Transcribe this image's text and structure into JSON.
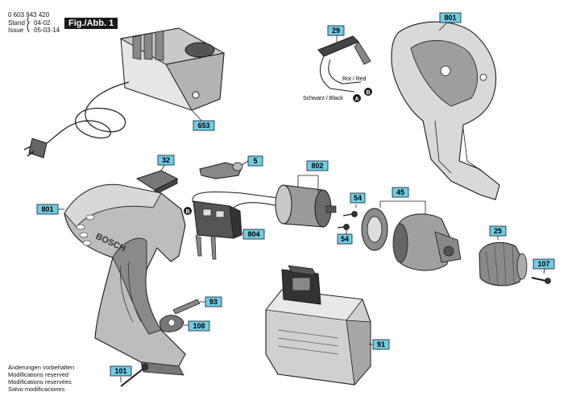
{
  "header": {
    "part_number": "0 603 943 420",
    "stand_label": "Stand",
    "stand_value": "04-02",
    "issue_label": "Issue",
    "issue_value": "05-03-14",
    "figure_label": "Fig./Abb. 1"
  },
  "callouts": {
    "p29": "29",
    "p801_top": "801",
    "p653": "653",
    "p32": "32",
    "p5": "5",
    "p802": "802",
    "p45": "45",
    "p54_a": "54",
    "p54_b": "54",
    "p801_left": "801",
    "p804": "804",
    "p25": "25",
    "p107": "107",
    "p93": "93",
    "p108": "108",
    "p91": "91",
    "p101": "101"
  },
  "wire_labels": {
    "red": "Rot / Red",
    "black": "Schwarz / Black",
    "marker_a": "A",
    "marker_b": "B"
  },
  "housing_text": "BOSCH",
  "footer_notes": [
    "Änderungen vorbehalten",
    "Modifications reserved",
    "Modifications reservées",
    "Salvo modificaciones"
  ],
  "colors": {
    "callout_fill": "#6fcde6",
    "line": "#1a1a1a",
    "part_gray": "#9a9a9a",
    "part_dark": "#3a3a3a"
  }
}
